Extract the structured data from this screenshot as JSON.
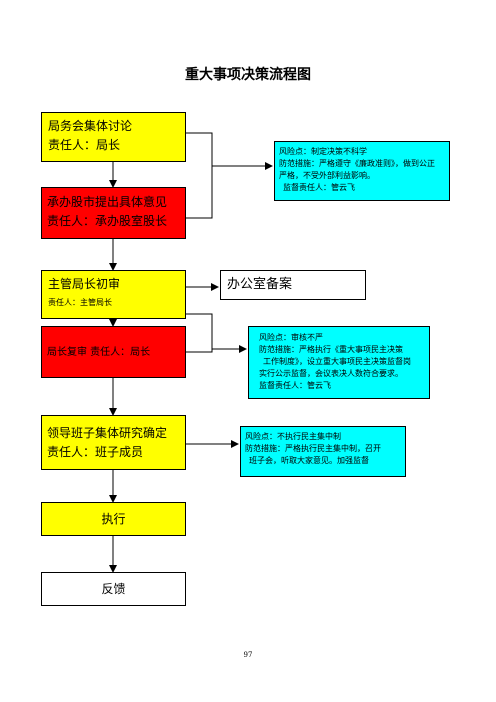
{
  "title": "重大事项决策流程图",
  "steps": {
    "meeting": {
      "name": "局务会集体讨论",
      "owner": "责任人：局长"
    },
    "proposal": {
      "name": "承办股市提出具体意见",
      "owner": "责任人：承办股室股长"
    },
    "review": {
      "name": "主管局长初审",
      "owner": "责任人：主管局长"
    },
    "approve": {
      "text": "局长复审  责任人：局长"
    },
    "collective": {
      "name": "领导班子集体研究确定",
      "owner": "责任人：班子成员"
    },
    "execute": {
      "label": "执行"
    },
    "feedback": {
      "label": "反馈"
    }
  },
  "filing": {
    "label": "办公室备案"
  },
  "risks": [
    {
      "lines": [
        "风险点：制定决策不科学",
        "防范措施：严格遵守《廉政准则》，做到公正",
        "严格，不受外部利益影响。",
        "监督责任人：管云飞"
      ]
    },
    {
      "lines": [
        "风险点：审核不严",
        "防范措施：严格执行《重大事项民主决策",
        "工作制度》，设立重大事项民主决策监督岗",
        "实行公示监督，会议表决人数符合要求。",
        "监督责任人：管云飞"
      ]
    },
    {
      "lines": [
        "风险点：不执行民主集中制",
        "防范措施：严格执行民主集中制，召开",
        "班子会，听取大家意见。加强监督"
      ]
    }
  ],
  "page_number": "97",
  "colors": {
    "step": "#ffff00",
    "alert": "#ff0000",
    "risk": "#00ffff"
  }
}
